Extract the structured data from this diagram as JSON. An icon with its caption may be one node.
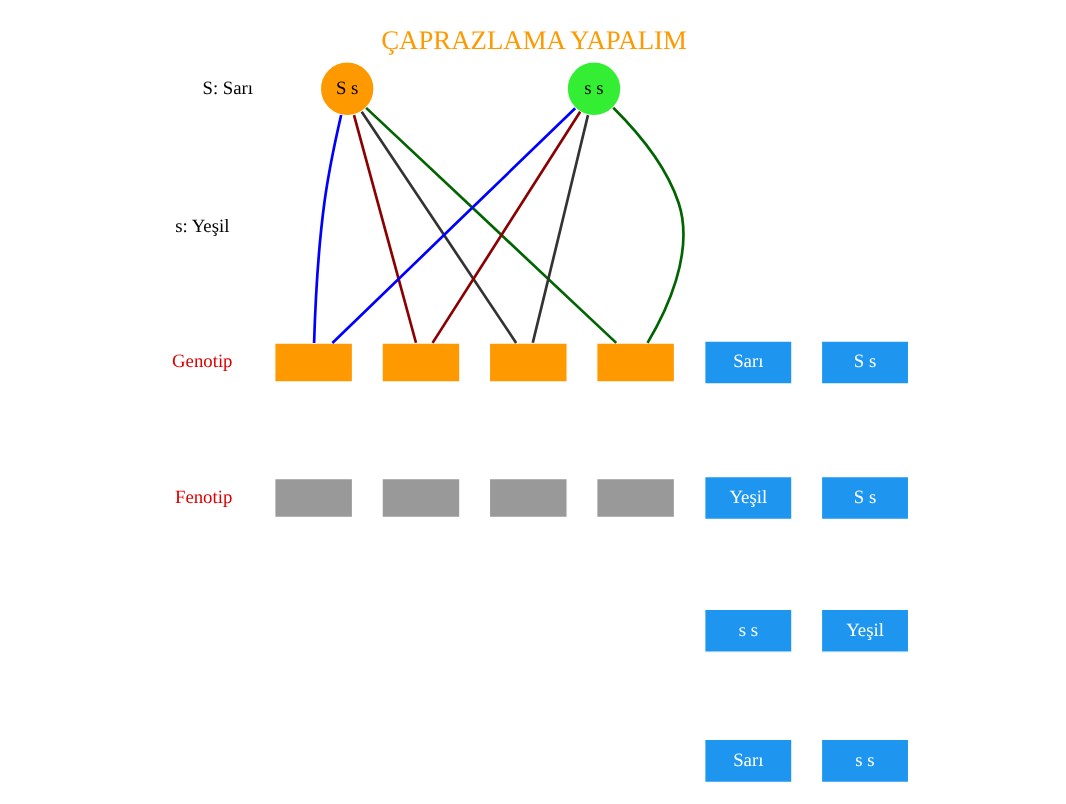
{
  "diagram": {
    "title": "ÇAPRAZLAMA YAPALIM",
    "nodes": [
      {
        "text": [
          "S s"
        ]
      },
      {
        "text": [
          "s s"
        ]
      },
      {
        "text": [],
        "shape": "box"
      },
      {
        "text": [],
        "shape": "box"
      },
      {
        "text": [],
        "shape": "box"
      },
      {
        "text": [],
        "shape": "box"
      },
      {
        "text": [],
        "shape": "box"
      },
      {
        "text": [],
        "shape": "box"
      },
      {
        "text": [],
        "shape": "box"
      },
      {
        "text": [],
        "shape": "box"
      },
      {
        "text": [
          "Sarı"
        ]
      },
      {
        "text": [
          "S s"
        ]
      },
      {
        "text": [
          "Yeşil"
        ]
      },
      {
        "text": [
          "S s"
        ]
      },
      {
        "text": [
          "s s"
        ]
      },
      {
        "text": [
          "Yeşil"
        ]
      },
      {
        "text": [
          "Sarı"
        ]
      },
      {
        "text": [
          "s s"
        ]
      }
    ],
    "edges": [
      {
        "from": 0,
        "to": 2,
        "arrow": "none",
        "color": "#0000ff"
      },
      {
        "from": 1,
        "to": 2,
        "arrow": "none",
        "color": "#0000ff"
      },
      {
        "from": 0,
        "to": 3,
        "arrow": "none",
        "color": "#8b0000"
      },
      {
        "from": 1,
        "to": 3,
        "arrow": "none",
        "color": "#8b0000"
      },
      {
        "from": 0,
        "to": 4,
        "arrow": "none",
        "color": "#333333"
      },
      {
        "from": 1,
        "to": 4,
        "arrow": "none",
        "color": "#333333"
      },
      {
        "from": 0,
        "to": 5,
        "arrow": "none",
        "color": "#006400"
      },
      {
        "from": 1,
        "to": 5,
        "arrow": "none",
        "color": "#006400"
      }
    ],
    "labels": [
      "S: Sarı",
      "s: Yeşil",
      "Genotip",
      "Fenotip"
    ]
  }
}
